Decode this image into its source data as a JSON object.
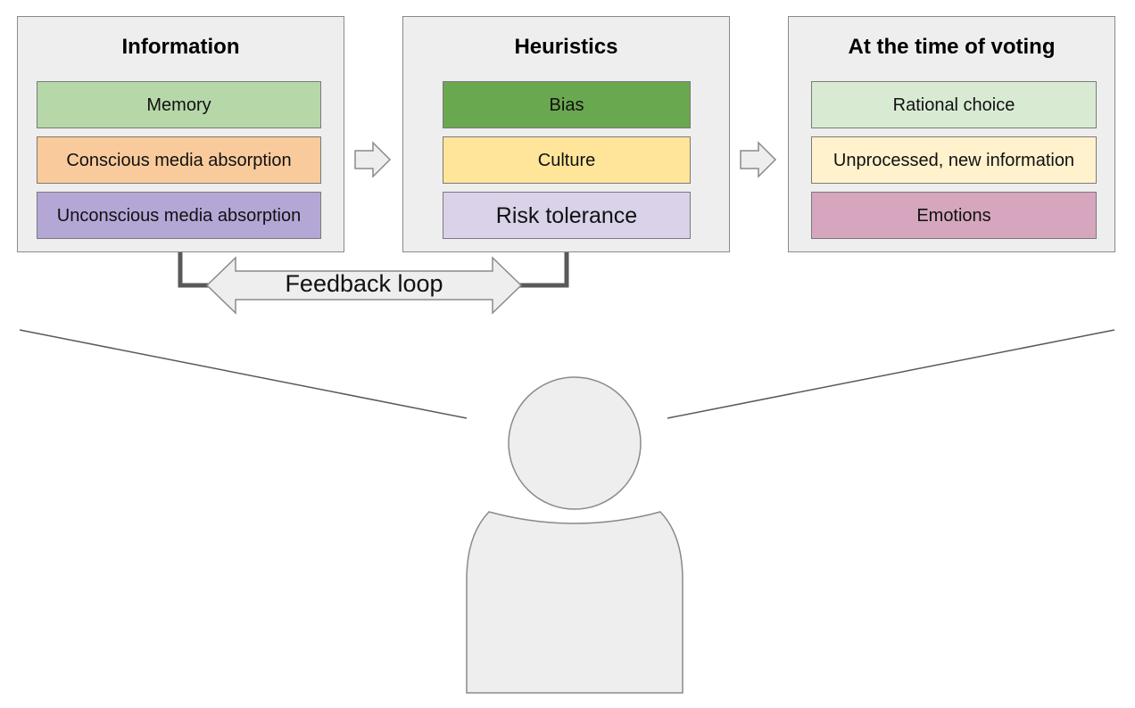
{
  "panels": {
    "information": {
      "title": "Information",
      "items": [
        "Memory",
        "Conscious media absorption",
        "Unconscious media absorption"
      ]
    },
    "heuristics": {
      "title": "Heuristics",
      "items": [
        "Bias",
        "Culture",
        "Risk tolerance"
      ]
    },
    "voting": {
      "title": "At the time of voting",
      "items": [
        "Rational choice",
        "Unprocessed, new information",
        "Emotions"
      ]
    }
  },
  "feedback_loop": {
    "label": "Feedback loop"
  },
  "colors": {
    "memory": "#b6d7a8",
    "conscious_media": "#f9cb9c",
    "unconscious_media": "#b4a7d6",
    "bias": "#6aa84f",
    "culture": "#ffe599",
    "risk_tolerance": "#d9d2e9",
    "rational_choice": "#d9ead3",
    "unprocessed_info": "#fff2cc",
    "emotions": "#d5a6bd",
    "panel_fill": "#eeeeee",
    "panel_border": "#8a8a8a"
  },
  "icons": [
    "arrow-right-icon",
    "double-arrow-icon",
    "person-icon"
  ]
}
